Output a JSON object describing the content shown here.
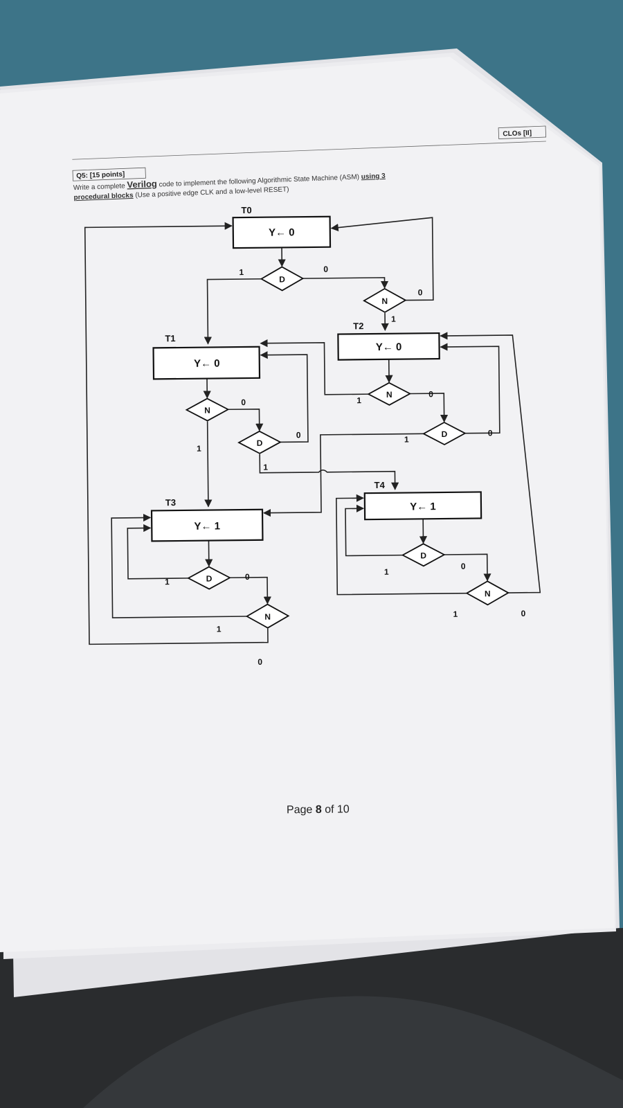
{
  "header": {
    "clos": "CLOs [II]",
    "question": "Q5: [15 points]",
    "line1_pre": "Write a complete ",
    "line1_verilog": "Verilog",
    "line1_post": " code to implement the following Algorithmic State Machine (ASM) ",
    "line1_using": "using 3",
    "line2_blocks": "procedural blocks",
    "line2_post": " (Use a positive edge CLK and a low-level RESET)"
  },
  "asm": {
    "states": [
      {
        "name": "T0",
        "action": "Y← 0"
      },
      {
        "name": "T1",
        "action": "Y← 0"
      },
      {
        "name": "T2",
        "action": "Y← 0"
      },
      {
        "name": "T3",
        "action": "Y← 1"
      },
      {
        "name": "T4",
        "action": "Y← 1"
      }
    ],
    "inputs": {
      "d": "D",
      "n": "N"
    },
    "branch": {
      "one": "1",
      "zero": "0"
    }
  },
  "footer": {
    "page_pre": "Page ",
    "page_num": "8",
    "page_mid": " of ",
    "page_total": "10"
  },
  "colors": {
    "background": "#3d7488",
    "paper": "#f2f2f4",
    "ink": "#111111",
    "cloth": "#2a2c2e"
  }
}
